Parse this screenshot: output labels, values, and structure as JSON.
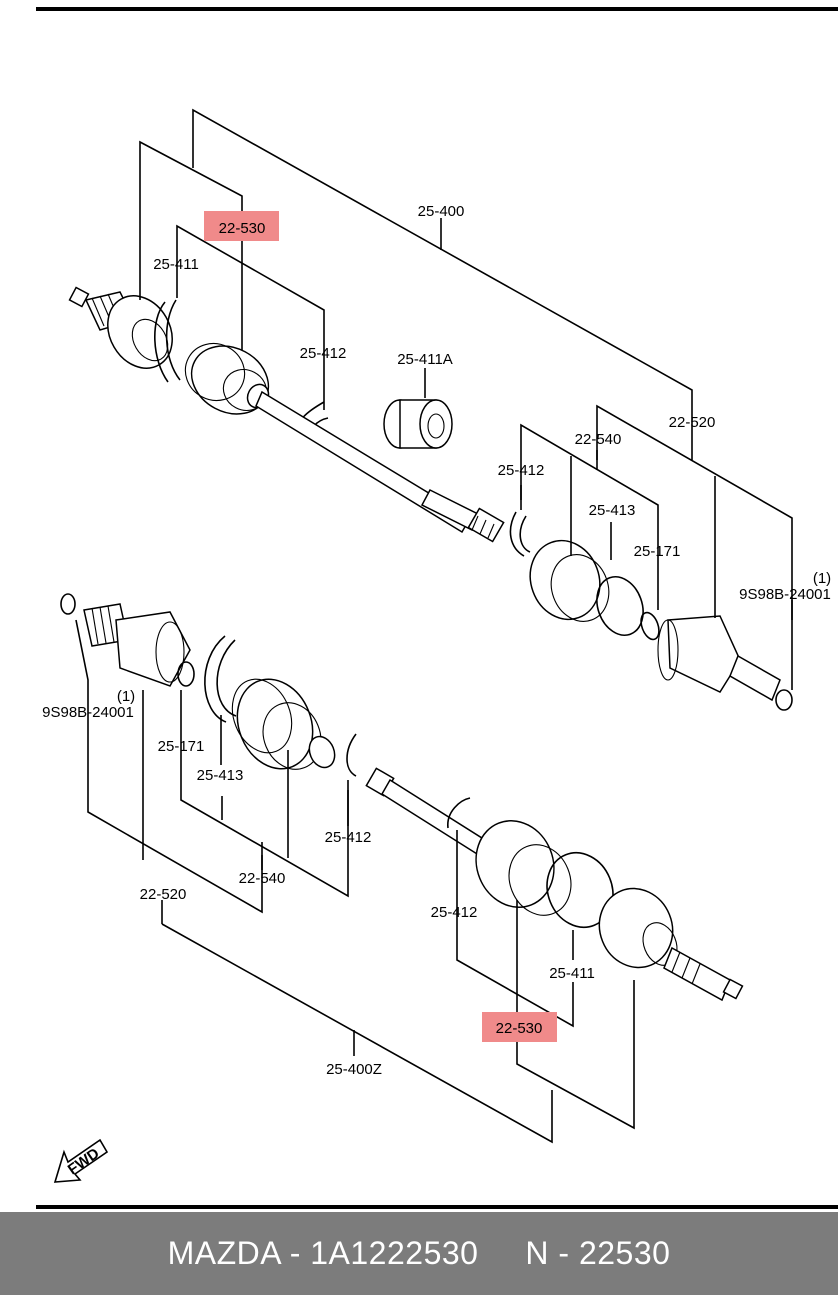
{
  "diagram": {
    "labels": {
      "l_22530_top": "22-530",
      "l_25411_top": "25-411",
      "l_25400": "25-400",
      "l_25412_a": "25-412",
      "l_25411A": "25-411A",
      "l_22520_top": "22-520",
      "l_22540_top": "22-540",
      "l_25412_b": "25-412",
      "l_25413_top": "25-413",
      "l_25171_top": "25-171",
      "l_9s98_right": "9S98B-24001",
      "l_9s98_right_q": "(1)",
      "l_9s98_left": "9S98B-24001",
      "l_9s98_left_q": "(1)",
      "l_25171_bot": "25-171",
      "l_25413_bot": "25-413",
      "l_25412_c": "25-412",
      "l_22540_bot": "22-540",
      "l_22520_bot": "22-520",
      "l_25412_d": "25-412",
      "l_25411_bot": "25-411",
      "l_22530_bot": "22-530",
      "l_25400Z": "25-400Z",
      "fwd": "FWD"
    },
    "highlight_color": "#f08a8a"
  },
  "footer": {
    "text": "MAZDA - 1A1222530     N - 22530",
    "background": "#7c7c7c"
  }
}
